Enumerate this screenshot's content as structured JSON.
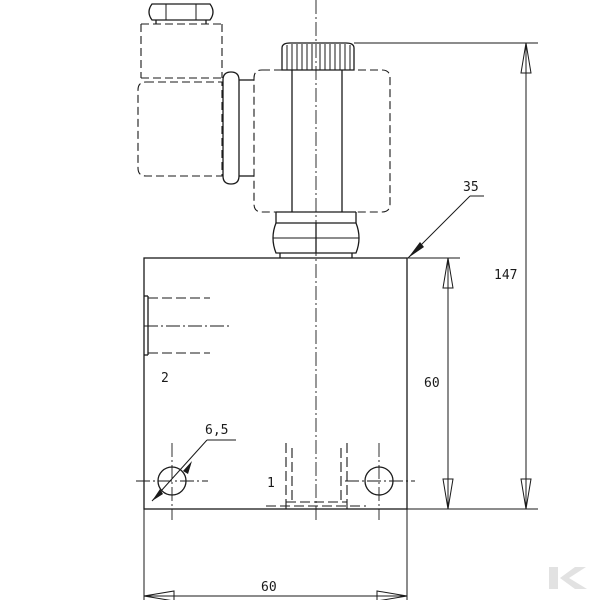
{
  "drawing": {
    "dimensions": {
      "overall_height": "147",
      "block_height": "60",
      "block_width": "60",
      "hole_diameter": "6,5",
      "hex_size": "35"
    },
    "ports": {
      "port_1": "1",
      "port_2": "2"
    },
    "colors": {
      "line": "#1a1a1a",
      "background": "#ffffff",
      "watermark": "#e2e2e2"
    },
    "watermark_icon": "brand-k-logo-icon"
  }
}
